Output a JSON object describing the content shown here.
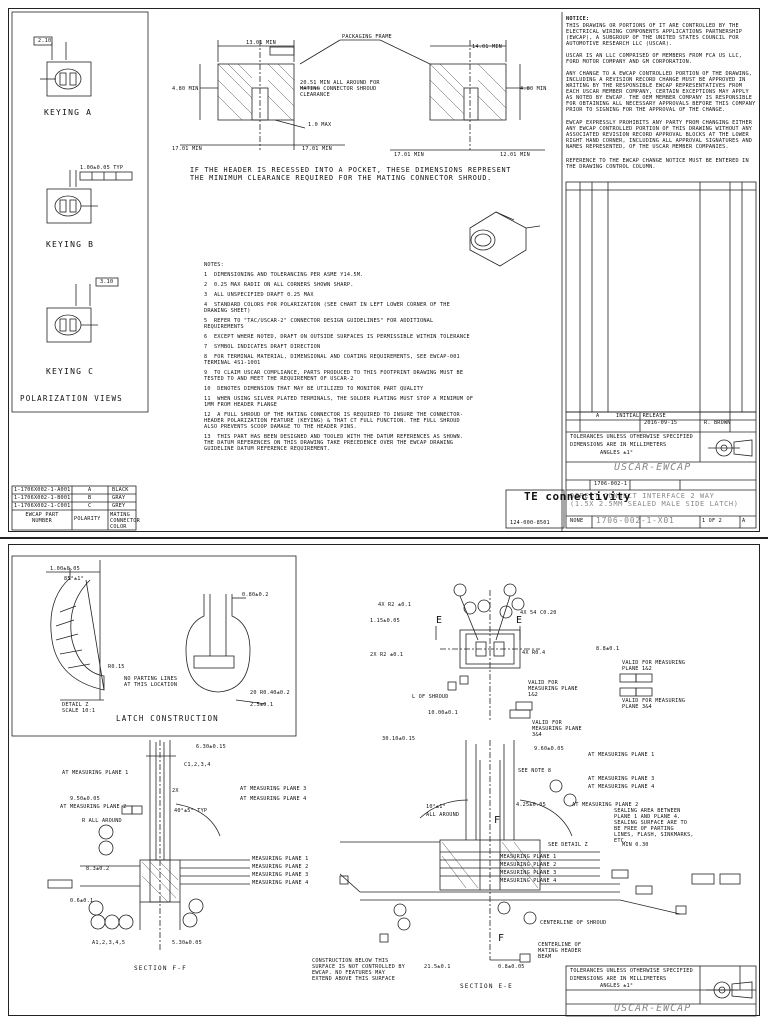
{
  "sheet1": {
    "keying": [
      {
        "label": "KEYING A",
        "dim": "2.10"
      },
      {
        "label": "KEYING B",
        "dim": "1.00±0.05 TYP"
      },
      {
        "label": "KEYING C",
        "dim": "3.10"
      }
    ],
    "polarization_title": "POLARIZATION VIEWS",
    "top_dims": {
      "packaging_frame": "PACKAGING FRAME",
      "min13": "13.01 MIN",
      "min14": "14.01 MIN",
      "around": "20.51 MIN ALL AROUND FOR\nMATING CONNECTOR SHROUD\nCLEARANCE",
      "max": "1.0 MAX",
      "min_a": "17.01 MIN",
      "min_b": "17.01 MIN",
      "min_c": "17.01 MIN",
      "min_d": "12.01 MIN",
      "left_v": "4.80 MIN",
      "right_v": "4.80 MIN"
    },
    "recess_note": "IF THE HEADER IS RECESSED INTO A POCKET, THESE DIMENSIONS REPRESENT\nTHE MINIMUM CLEARANCE REQUIRED FOR THE MATING CONNECTOR SHROUD.",
    "notice_title": "NOTICE:",
    "notice_text": [
      "THIS DRAWING OR PORTIONS OF IT ARE CONTROLLED BY THE ELECTRICAL WIRING COMPONENTS APPLICATIONS PARTNERSHIP (EWCAP), A SUBGROUP OF THE UNITED STATES COUNCIL FOR AUTOMOTIVE RESEARCH LLC (USCAR).",
      "USCAR IS AN LLC COMPRISED OF MEMBERS FROM FCA US LLC, FORD MOTOR COMPANY AND GM CORPORATION.",
      "ANY CHANGE TO A EWCAP CONTROLLED PORTION OF THE DRAWING, INCLUDING A REVISION RECORD CHANGE MUST BE APPROVED IN WRITING BY THE RESPONSIBLE EWCAP REPRESENTATIVES FROM EACH USCAR MEMBER COMPANY, CERTAIN EXCEPTIONS MAY APPLY AS NOTED BY EWCAP. THE OEM MEMBER COMPANY IS RESPONSIBLE FOR OBTAINING ALL NECESSARY APPROVALS BEFORE THIS COMPANY PRIOR TO SIGNING FOR THE APPROVAL OF THE CHANGE.",
      "EWCAP EXPRESSLY PROHIBITS ANY PARTY FROM CHANGING EITHER ANY EWCAP CONTROLLED PORTION OF THIS DRAWING WITHOUT ANY ASSOCIATED REVISION RECORD APPROVAL BLOCKS AT THE LOWER RIGHT HAND CORNER, INCLUDING ALL APPROVAL SIGNATURES AND NAMES REPRESENTED, OF THE USCAR MEMBER COMPANIES.",
      "REFERENCE TO THE EWCAP CHANGE NOTICE MUST BE ENTERED IN THE DRAWING CONTROL COLUMN."
    ],
    "notes_title": "NOTES:",
    "notes": [
      "1  DIMENSIONING AND TOLERANCING PER ASME Y14.5M.",
      "2  0.25 MAX RADII ON ALL CORNERS SHOWN SHARP.",
      "3  ALL UNSPECIFIED DRAFT 0.25 MAX",
      "4  STANDARD COLORS FOR POLARIZATION (SEE CHART IN LEFT LOWER CORNER OF THE DRAWING SHEET)",
      "5  REFER TO \"TAC/USCAR-2\" CONNECTOR DESIGN GUIDELINES\" FOR ADDITIONAL REQUIREMENTS",
      "6  EXCEPT WHERE NOTED, DRAFT ON OUTSIDE SURFACES IS PERMISSIBLE WITHIN TOLERANCE",
      "7  SYMBOL INDICATES DRAFT DIRECTION",
      "8  FOR TERMINAL MATERIAL, DIMENSIONAL AND COATING REQUIREMENTS, SEE EWCAP-001 TERMINAL 4S1-1001",
      "9  TO CLAIM USCAR COMPLIANCE, PARTS PRODUCED TO THIS FOOTPRINT DRAWING MUST BE TESTED TO AND MEET THE REQUIREMENT OF USCAR-2",
      "10  DENOTES DIMENSION THAT MAY BE UTILIZED TO MONITOR PART QUALITY",
      "11  WHEN USING SILVER PLATED TERMINALS, THE SOLDER PLATING MUST STOP A MINIMUM OF 1MM FROM HEADER FLANGE",
      "12  A FULL SHROUD OF THE MATING CONNECTOR IS REQUIRED TO INSURE THE CONNECTOR-HEADER POLARIZATION FEATURE (KEYING) & THAT CT FULL FUNCTION. THE FULL SHROUD ALSO PREVENTS SCOOP DAMAGE TO THE HEADER PINS.",
      "13  THIS PART HAS BEEN DESIGNED AND TOOLED WITH THE DATUM REFERENCES AS SHOWN. THE DATUM REFERENCES ON THIS DRAWING TAKE PRECEDENCE OVER THE EWCAP DRAWING GUIDELINE DATUM REFERENCE REQUIREMENT."
    ],
    "color_table": {
      "rows": [
        [
          "1-1706X002-1-A001",
          "A",
          "BLACK"
        ],
        [
          "1-1706X002-1-B001",
          "B",
          "GRAY"
        ],
        [
          "1-1706X002-1-C001",
          "C",
          "GREY"
        ]
      ],
      "head": [
        "EWCAP PART NUMBER",
        "POLARITY",
        "MATING CONNECTOR COLOR"
      ]
    },
    "title_block": {
      "company": "TE connectivity",
      "tolerance_hdr": "TOLERANCES UNLESS OTHERWISE SPECIFIED",
      "dim_units": "DIMENSIONS ARE IN MILLIMETERS",
      "angle": "ANGLES ±1°",
      "uscar": "USCAR-EWCAP",
      "title": "DIRECT CONNECT INTERFACE 2 WAY\n(1.5X 2.5MM SEALED MALE SIDE LATCH)",
      "dwg_no": "1706-002-1-X01",
      "sheet": "1 OF 2",
      "rev": "A",
      "scale": "NONE",
      "ltr": "A",
      "initial": "INITIAL RELEASE",
      "drawn": "R. BROWN",
      "date": "2016-09-15",
      "cust_dwg": "1706-002-1",
      "doc_ref": "124-000-8501"
    }
  },
  "sheet2": {
    "latch_title": "LATCH CONSTRUCTION",
    "detail": "DETAIL Z\nSCALE 10:1",
    "latch_dims": {
      "d1": "1.00±0.05",
      "d2": "85°±1°",
      "d3": "0.80±0.2",
      "d4": "NO PARTING LINES\nAT THIS LOCATION",
      "d5": "R0.15",
      "d6": "20 R0.40±0.2",
      "d7": "2.5±0.1"
    },
    "section_ff": "SECTION F-F",
    "section_ee": "SECTION E-E",
    "section_ff_labels": [
      "6.30±0.15",
      "C1,2,3,4",
      "2X",
      "AT MEASURING PLANE 1",
      "AT MEASURING PLANE 2",
      "AT MEASURING PLANE 3",
      "AT MEASURING PLANE 4",
      "R ALL AROUND",
      "MEASURING PLANE 1",
      "MEASURING PLANE 2",
      "MEASURING PLANE 3",
      "MEASURING PLANE 4",
      "8.3±0.2",
      "9.50±0.05",
      "0.6±0.1",
      "40°±5° TYP",
      "A1,2,3,4,5",
      "5.30±0.05"
    ],
    "section_ee_labels": [
      "30.10±0.15",
      "9.60±0.05",
      "AT MEASURING PLANE 1",
      "SEE NOTE 8",
      "AT MEASURING PLANE 3",
      "AT MEASURING PLANE 4",
      "4.25±0.05",
      "AT MEASURING PLANE 2",
      "SEALING AREA BETWEEN PLANE 1 AND PLANE 4. SEALING SURFACE ARE TO BE FREE OF PARTING LINES, FLASH, SINKMARKS, ETC.",
      "SEE DETAIL Z",
      "MIN 0.30",
      "MEASURING PLANE 1",
      "MEASURING PLANE 2",
      "MEASURING PLANE 3",
      "MEASURING PLANE 4",
      "CENTERLINE OF SHROUD",
      "CENTERLINE OF MATING HEADER BEAM",
      "CONSTRUCTION BELOW THIS SURFACE IS NOT CONTROLLED BY EWCAP. NO FEATURES MAY EXTEND ABOVE THIS SURFACE",
      "0.8±0.05",
      "21.5±0.1",
      "ALL AROUND",
      "10°±1°"
    ],
    "top_labels": [
      "4X R2 ±0.1",
      "1.15±0.05",
      "8.8±0.1",
      "4X R0.4",
      "2X R2 ±0.1",
      "4X 54 C0.20",
      "VALID FOR MEASURING PLANE 1&2",
      "VALID FOR MEASURING PLANE 3&4",
      "VALID FOR MEASURING PLANE 1&2",
      "VALID FOR MEASURING PLANE 3&4",
      "L OF SHROUD",
      "10.00±0.1",
      "E",
      "E",
      "F",
      "F"
    ],
    "title_block": {
      "tolerance_hdr": "TOLERANCES UNLESS OTHERWISE SPECIFIED",
      "dim_units": "DIMENSIONS ARE IN MILLIMETERS",
      "angle": "ANGLES ±1°",
      "uscar": "USCAR-EWCAP"
    }
  }
}
